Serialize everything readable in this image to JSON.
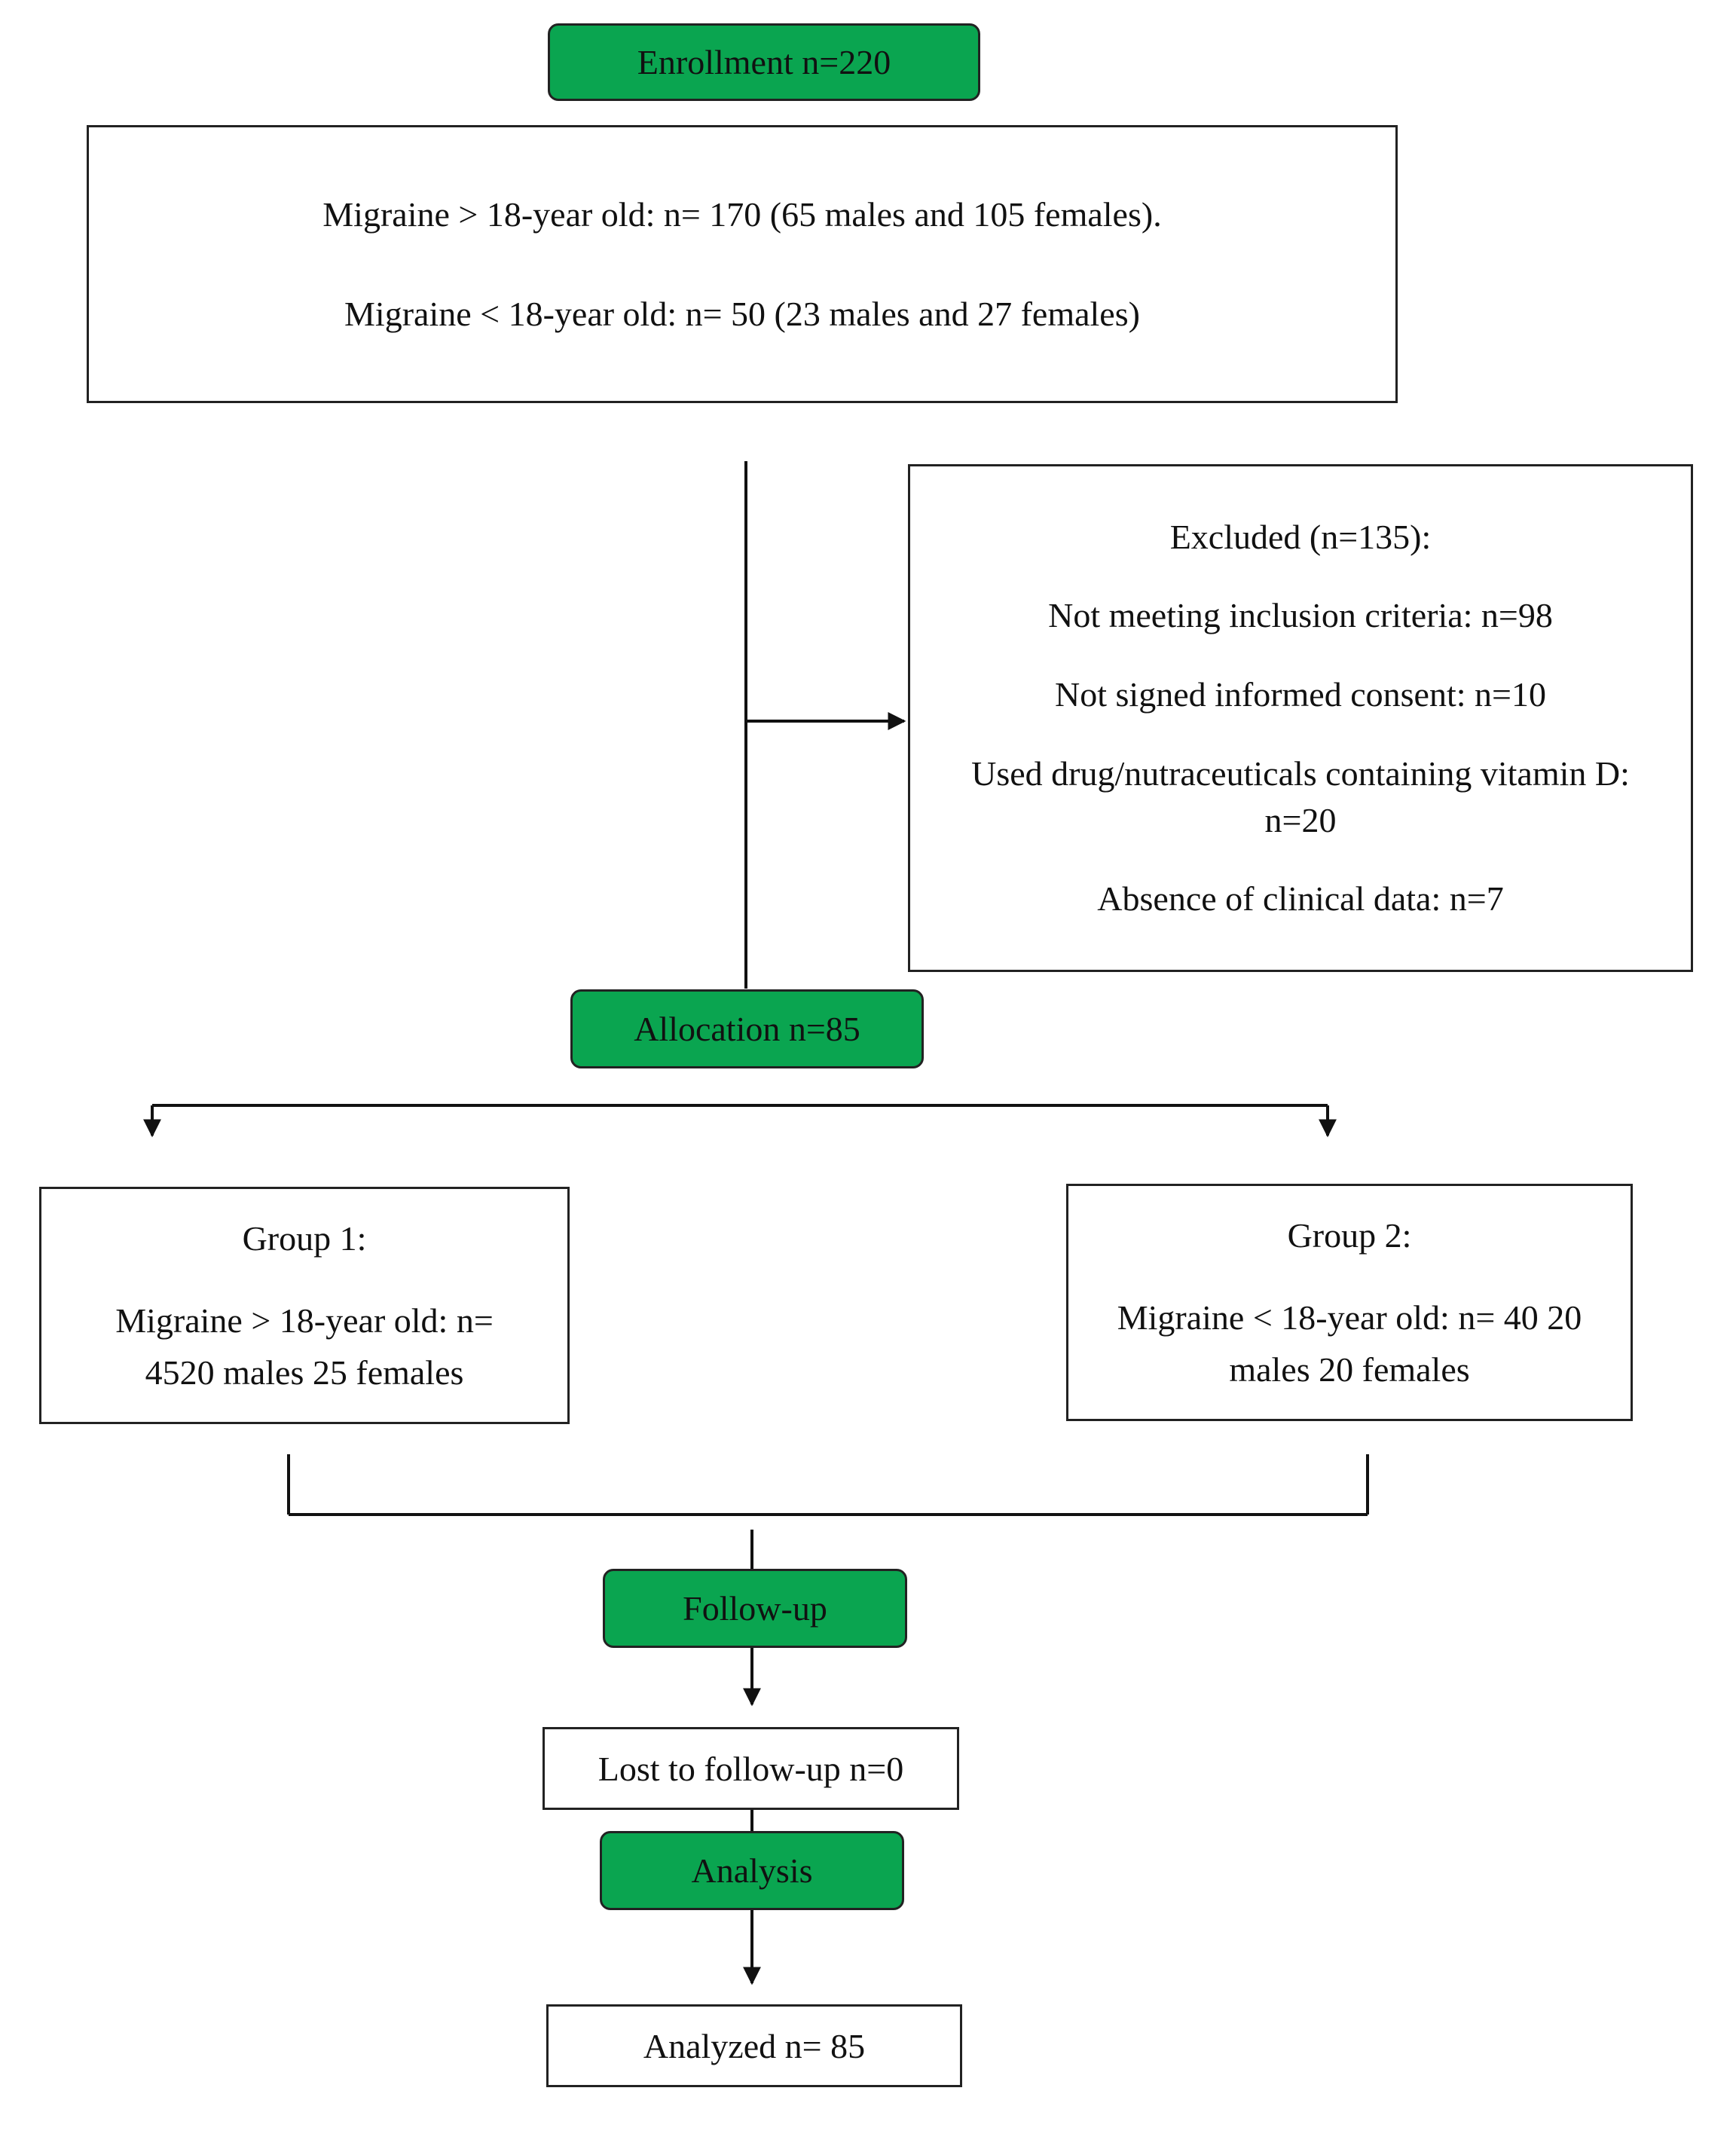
{
  "colors": {
    "stage_fill": "#0aa550",
    "border": "#222222",
    "line": "#111111"
  },
  "stages": {
    "enrollment": "Enrollment n=220",
    "allocation": "Allocation n=85",
    "followup": "Follow-up",
    "analysis": "Analysis"
  },
  "enrollment_box": {
    "line1": "Migraine > 18-year old: n= 170 (65 males and 105 females).",
    "line2": "Migraine < 18-year old: n= 50 (23 males and 27 females)"
  },
  "excluded": {
    "title": "Excluded (n=135):",
    "items": [
      "Not meeting inclusion criteria: n=98",
      "Not signed informed consent: n=10",
      "Used drug/nutraceuticals containing vitamin D:",
      "n=20",
      "Absence of clinical data: n=7"
    ]
  },
  "group1": {
    "title": "Group 1:",
    "line1": "Migraine > 18-year old: n=",
    "line2": "4520 males 25 females"
  },
  "group2": {
    "title": "Group 2:",
    "line1": "Migraine < 18-year old: n= 40 20",
    "line2": "males 20 females"
  },
  "lost": "Lost to follow-up n=0",
  "analyzed": "Analyzed n= 85"
}
